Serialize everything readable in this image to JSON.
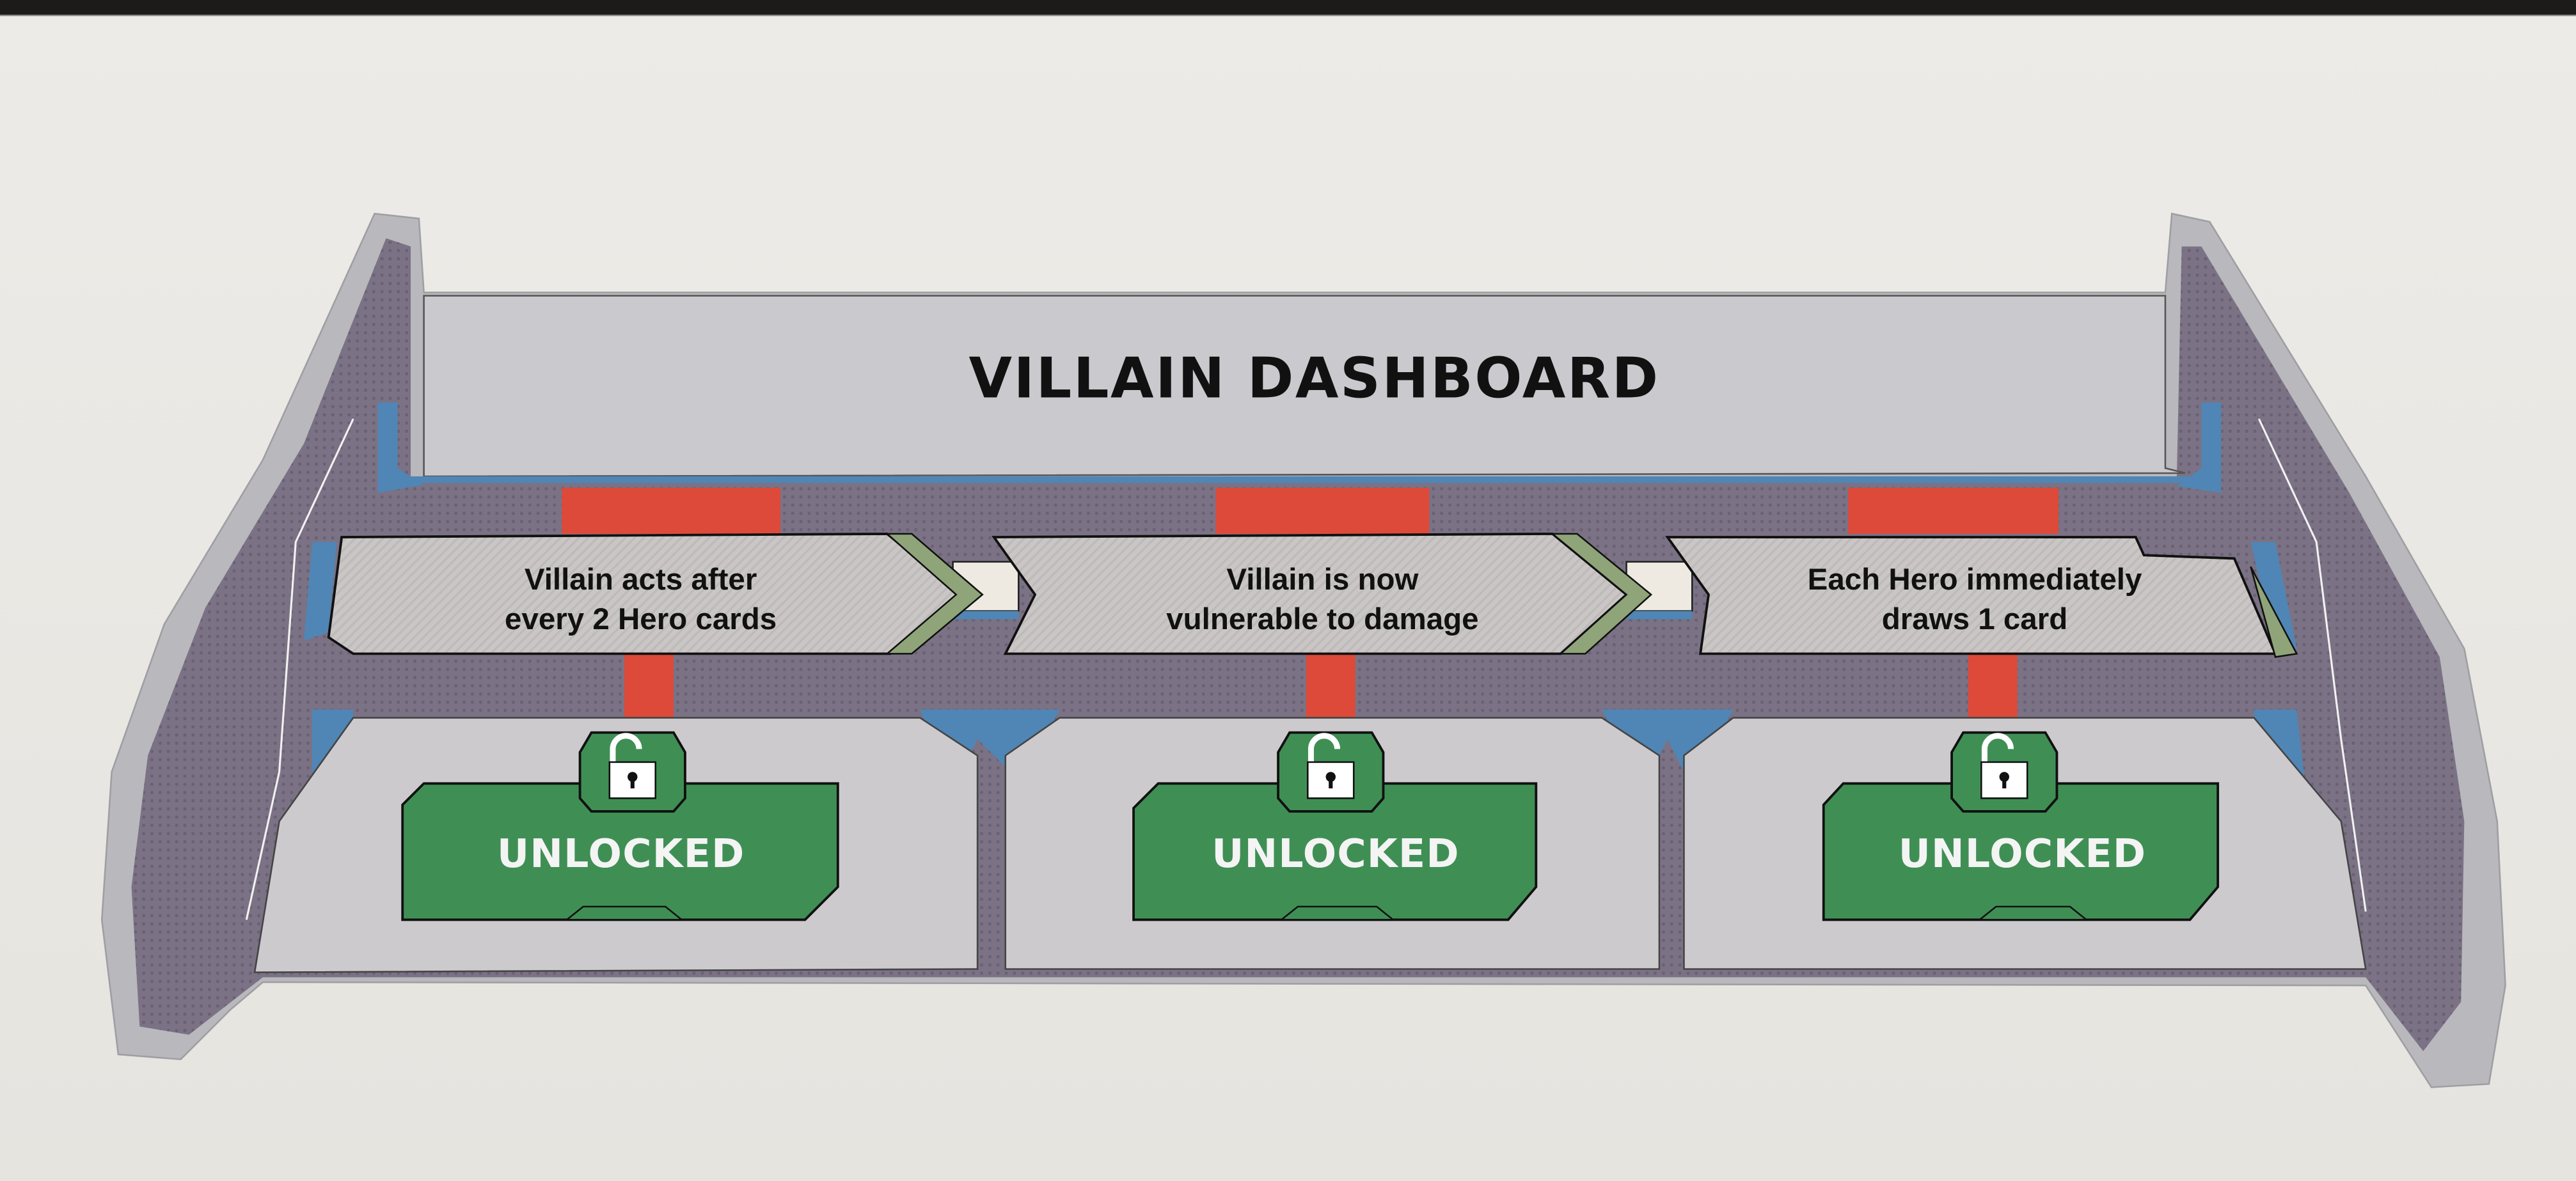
{
  "board": {
    "title": "VILLAIN DASHBOARD",
    "stages": [
      {
        "effect_lines": [
          "Villain acts after",
          "every 2 Hero cards"
        ],
        "status": "UNLOCKED",
        "icon": "unlocked-padlock-icon"
      },
      {
        "effect_lines": [
          "Villain is now",
          "vulnerable to damage"
        ],
        "status": "UNLOCKED",
        "icon": "unlocked-padlock-icon"
      },
      {
        "effect_lines": [
          "Each Hero immediately",
          "draws 1 card"
        ],
        "status": "UNLOCKED",
        "icon": "unlocked-padlock-icon"
      }
    ]
  },
  "colors": {
    "purple": "#7b7285",
    "red": "#dd4a3a",
    "green": "#3f8f55",
    "blue": "#4f86b5",
    "panel": "#cbc8cb",
    "light_green": "#8fa579"
  }
}
